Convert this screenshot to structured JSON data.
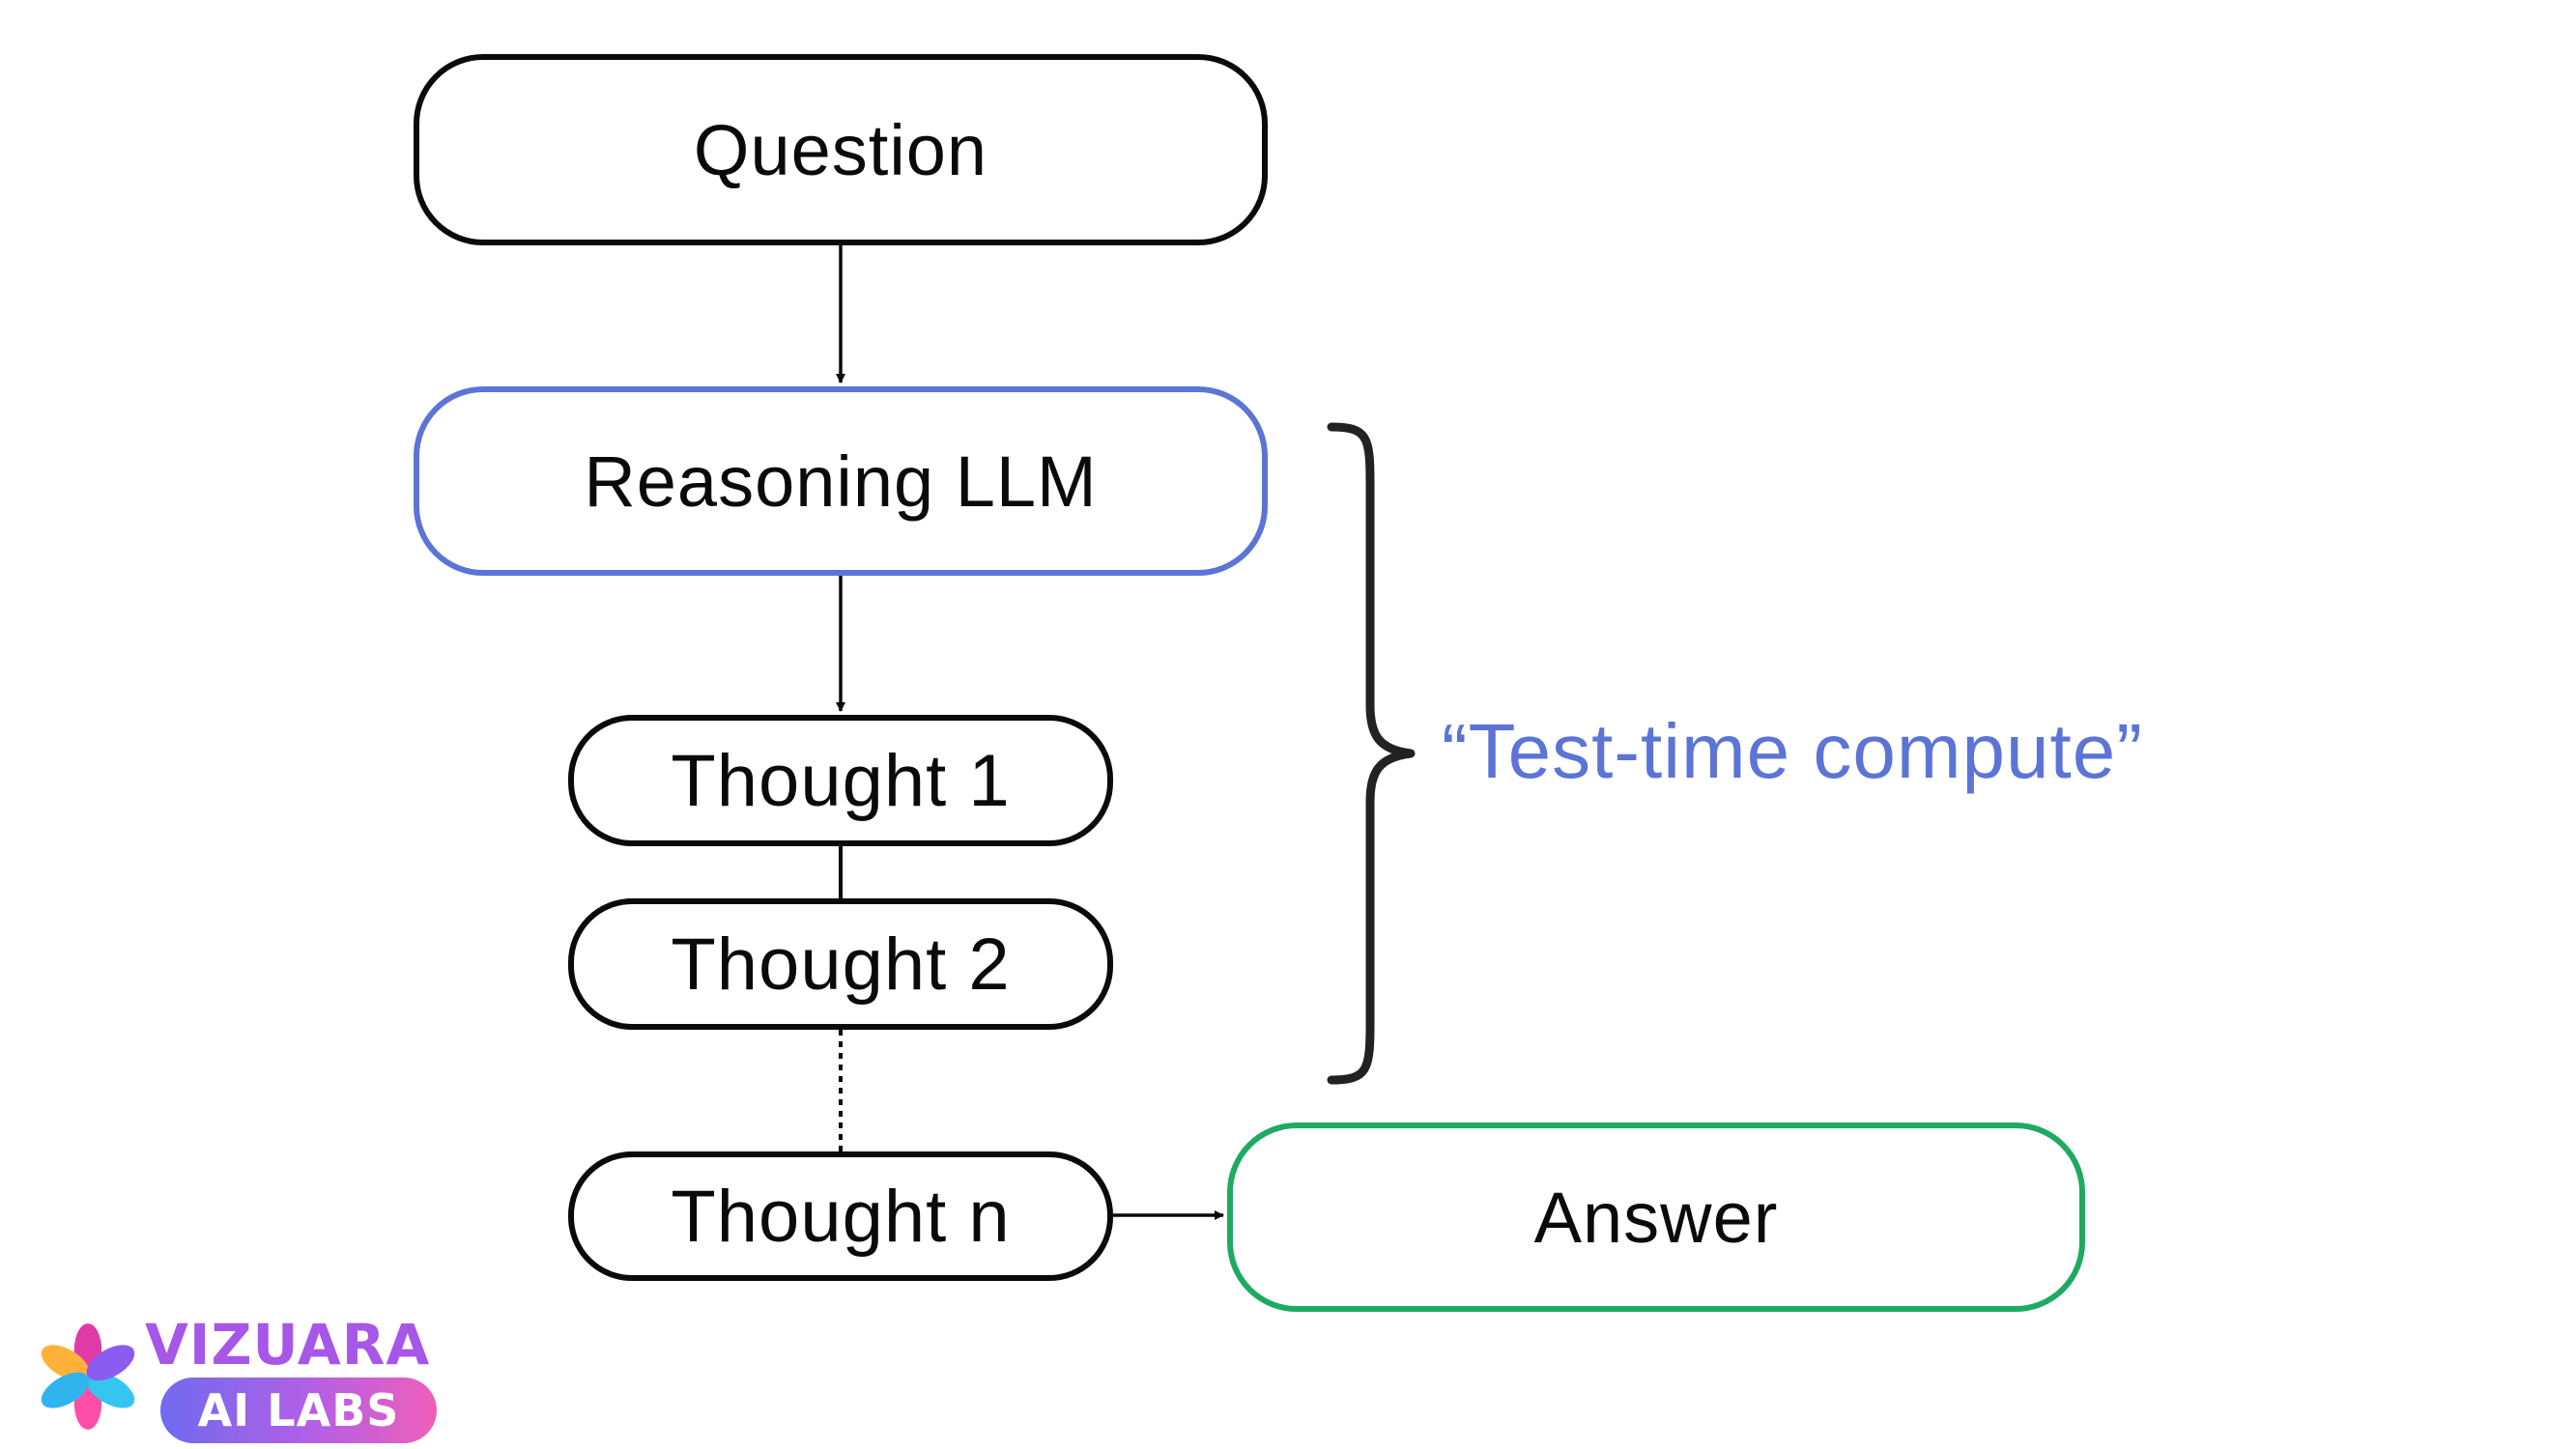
{
  "diagram": {
    "question": "Question",
    "reasoning": "Reasoning LLM",
    "thought1": "Thought 1",
    "thought2": "Thought 2",
    "thoughtn": "Thought n",
    "answer": "Answer",
    "bracket_label": "“Test-time compute”"
  },
  "logo": {
    "name": "VIZUARA",
    "sub": "AI LABS"
  },
  "colors": {
    "reasoning_border": "#5b74d6",
    "answer_border": "#1faa62",
    "label_text": "#5b74d6",
    "line": "#0a0a0a",
    "bracket": "#222222"
  },
  "icons": [
    "flower-logo-icon"
  ]
}
